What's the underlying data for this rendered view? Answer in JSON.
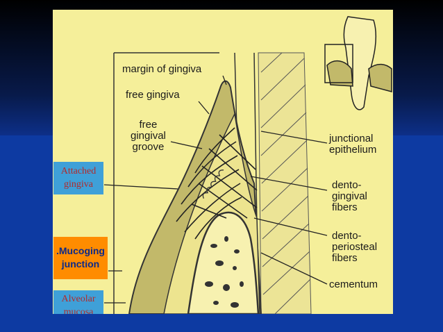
{
  "labels": {
    "margin": "margin of gingiva",
    "free_gingiva": "free gingiva",
    "groove": "free\ngingival\ngroove",
    "junctional": "junctional\nepithelium",
    "dentogingival": "dento-\ngingival\nfibers",
    "dentoperiosteal": "dento-\nperiosteal\nfibers",
    "cementum": "cementum"
  },
  "boxes": {
    "attached": "Attached\ngingiva",
    "mucogingival": ".Mucoging\njunction",
    "alveolar": "Alveolar\nmucosa"
  },
  "colors": {
    "background_top": "#000000",
    "background_bottom": "#0d3aa2",
    "diagram_bg": "#f5ef9a",
    "tissue": "#c2b96a",
    "box_blue": "#3fa0d8",
    "box_orange": "#ff8c00",
    "box_text_red": "#b32a2a",
    "box_text_blue": "#0b2a8a"
  }
}
